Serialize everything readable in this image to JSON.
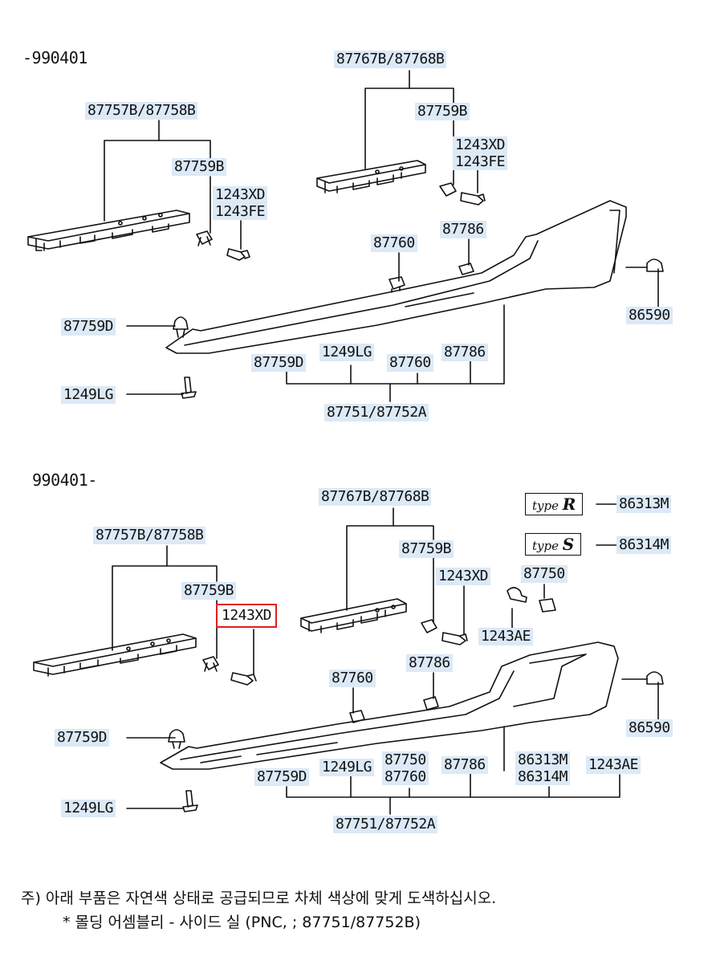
{
  "sections": {
    "top": {
      "code": "-990401"
    },
    "bottom": {
      "code": "990401-"
    }
  },
  "top_labels": {
    "a": "87767B/87768B",
    "b": "87757B/87758B",
    "c": "87759B",
    "d": "87759B",
    "e1": "1243XD",
    "e2": "1243FE",
    "f1": "1243XD",
    "f2": "1243FE",
    "g": "87760",
    "h": "87786",
    "i": "87759D",
    "j": "86590",
    "k": "87759D",
    "l": "1249LG",
    "m": "87760",
    "n": "87786",
    "o": "1249LG",
    "p": "87751/87752A"
  },
  "bottom_labels": {
    "a": "87767B/87768B",
    "b": "87757B/87758B",
    "c": "87759B",
    "d": "87759B",
    "e": "1243XD",
    "f": "1243XD",
    "g": "87750",
    "h": "1243AE",
    "i": "87760",
    "j": "87786",
    "k": "87759D",
    "l": "86590",
    "m": "87759D",
    "n": "1249LG",
    "o1": "87750",
    "o2": "87760",
    "p": "87786",
    "q1": "86313M",
    "q2": "86314M",
    "r": "1243AE",
    "s": "1249LG",
    "t": "87751/87752A",
    "u": "86313M",
    "v": "86314M"
  },
  "emblems": {
    "r": {
      "script": "type",
      "letter": "R"
    },
    "s": {
      "script": "type",
      "letter": "S"
    }
  },
  "highlight_color": "#e02020",
  "label_bg_color": "#dce9f6",
  "notes": {
    "line1": "주) 아래 부품은 자연색 상태로 공급되므로 차체 색상에 맞게 도색하십시오.",
    "line2": "* 몰딩 어셈블리 - 사이드 실 (PNC, ; 87751/87752B)"
  }
}
